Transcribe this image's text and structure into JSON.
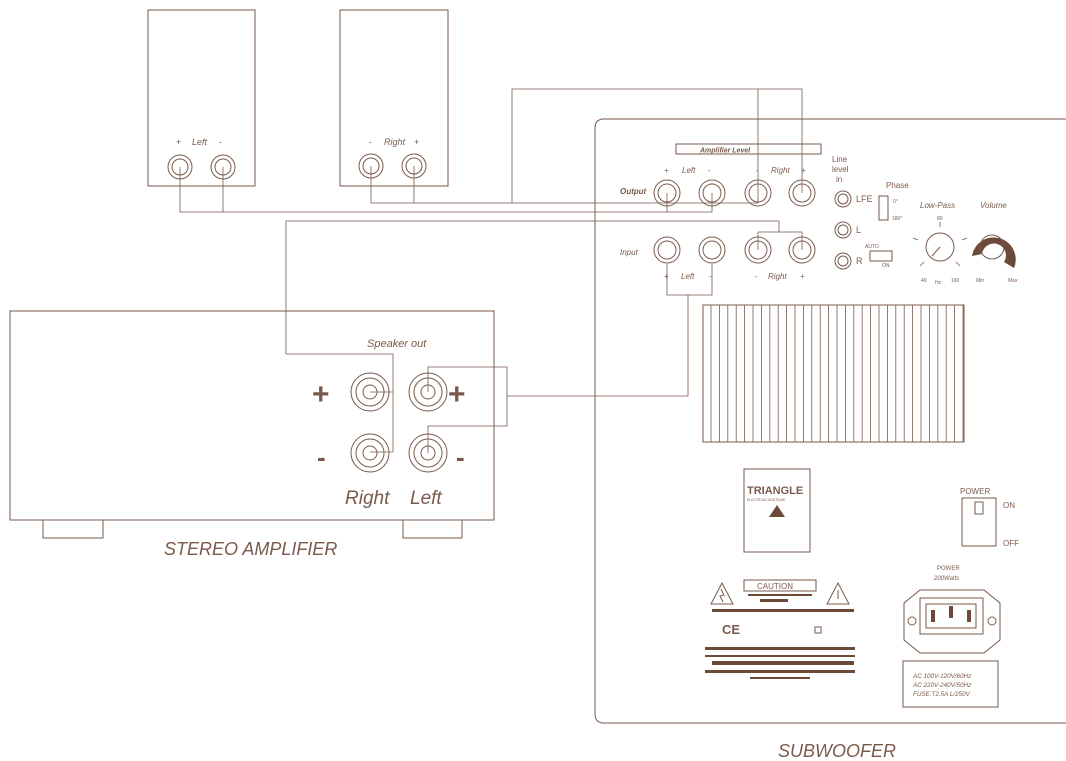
{
  "speakers": {
    "left": {
      "label": "Left",
      "plus": "+",
      "minus": "-"
    },
    "right": {
      "label": "Right",
      "plus": "+",
      "minus": "-"
    }
  },
  "amplifier": {
    "title": "STEREO AMPLIFIER",
    "speaker_out": "Speaker out",
    "plus": "+",
    "minus": "-",
    "right_label": "Right",
    "left_label": "Left"
  },
  "subwoofer": {
    "title": "SUBWOOFER",
    "amplifier_level": "Amplifier Level",
    "output_label": "Output",
    "input_label": "Input",
    "output_left": "Left",
    "output_right": "Right",
    "input_left": "Left",
    "input_right": "Right",
    "plus": "+",
    "minus": "-",
    "line_level_1": "Line",
    "line_level_2": "level",
    "line_level_3": "in",
    "lfe": "LFE",
    "l": "L",
    "r": "R",
    "phase": "Phase",
    "phase_0": "0°",
    "phase_180": "180°",
    "auto": "AUTO",
    "on_small": "ON",
    "low_pass": "Low-Pass",
    "lp_80": "80",
    "lp_40": "40",
    "lp_hz": "Hz",
    "lp_160": "160",
    "volume": "Volume",
    "vol_min": "Min",
    "vol_max": "Max",
    "brand": "TRIANGLE",
    "brand_sub": "ELECTROACOUSTIQUE",
    "power_switch": "POWER",
    "power_on": "ON",
    "power_off": "OFF",
    "caution": "CAUTION",
    "ce": "CE",
    "power_rating_1": "POWER",
    "power_rating_2": "200Watts",
    "ac_1": "AC 100V-120V/60Hz",
    "ac_2": "AC 220V-240V/50Hz",
    "fuse": "FUSE:T2.5A L/250V"
  },
  "colors": {
    "line": "#7a5a4c",
    "dark": "#6b4a3a",
    "background": "#ffffff"
  }
}
